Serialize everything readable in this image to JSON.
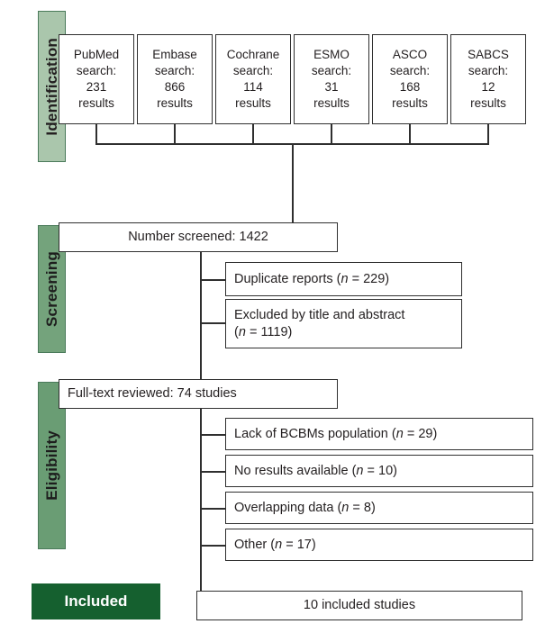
{
  "diagram": {
    "title": "PRISMA study selection flow diagram",
    "accent_light": "#aac6ac",
    "accent_mid": "#74a37c",
    "accent_mid2": "#6a9d74",
    "accent_dark": "#15602f",
    "box_border": "#2f2f2f"
  },
  "stages": {
    "identification": {
      "label": "Identification"
    },
    "screening": {
      "label": "Screening"
    },
    "eligibility": {
      "label": "Eligibility"
    },
    "included": {
      "label": "Included"
    }
  },
  "identification": {
    "sources": [
      {
        "name": "PubMed",
        "line1": "PubMed",
        "line2": "search:",
        "count": "231",
        "line4": "results"
      },
      {
        "name": "Embase",
        "line1": "Embase",
        "line2": "search:",
        "count": "866",
        "line4": "results"
      },
      {
        "name": "Cochrane",
        "line1": "Cochrane",
        "line2": "search:",
        "count": "114",
        "line4": "results"
      },
      {
        "name": "ESMO",
        "line1": "ESMO",
        "line2": "search:",
        "count": "31",
        "line4": "results"
      },
      {
        "name": "ASCO",
        "line1": "ASCO",
        "line2": "search:",
        "count": "168",
        "line4": "results"
      },
      {
        "name": "SABCS",
        "line1": "SABCS",
        "line2": "search:",
        "count": "12",
        "line4": "results"
      }
    ]
  },
  "screening": {
    "main": {
      "label": "Number screened: 1422",
      "count": 1422
    },
    "exclusions": [
      {
        "reason": "Duplicate reports",
        "n": 229,
        "text_prefix": "Duplicate reports (",
        "text_n": "n",
        "text_suffix": " = 229)"
      },
      {
        "reason": "Excluded by title and abstract",
        "n": 1119,
        "text_prefix": "Excluded by title and abstract",
        "text_n": "n",
        "text_suffix": " = 1119)"
      }
    ]
  },
  "eligibility": {
    "main": {
      "label": "Full-text reviewed: 74 studies",
      "count": 74
    },
    "exclusions": [
      {
        "reason": "Lack of BCBMs population",
        "n": 29,
        "text_prefix": "Lack of BCBMs population (",
        "text_n": "n",
        "text_suffix": " = 29)"
      },
      {
        "reason": "No results available",
        "n": 10,
        "text_prefix": "No results available (",
        "text_n": "n",
        "text_suffix": " = 10)"
      },
      {
        "reason": "Overlapping data",
        "n": 8,
        "text_prefix": "Overlapping data (",
        "text_n": "n",
        "text_suffix": " = 8)"
      },
      {
        "reason": "Other",
        "n": 17,
        "text_prefix": "Other (",
        "text_n": "n",
        "text_suffix": " = 17)"
      }
    ]
  },
  "included": {
    "result": {
      "label": "10 included studies",
      "count": 10
    }
  }
}
